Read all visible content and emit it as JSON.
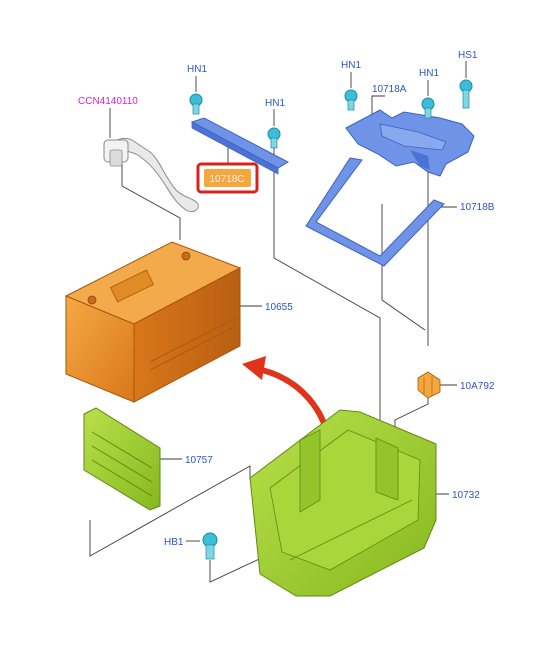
{
  "colors": {
    "label_blue": "#2d55c9",
    "label_magenta": "#d61fd6",
    "battery_orange": "#e58a1e",
    "tray_green": "#9ccf2a",
    "bracket_blue": "#5f86e0",
    "fastener_cyan": "#3bbfd8",
    "arrow_red": "#e0331a",
    "highlight_border": "#d8231b",
    "highlight_fill": "#f4a73c"
  },
  "labels": {
    "ccn": "CCN4140110",
    "hn1_a": "HN1",
    "hn1_b": "HN1",
    "hn1_c": "HN1",
    "hn1_d": "HN1",
    "hs1": "HS1",
    "p10718a": "10718A",
    "p10718c": "10718C",
    "p10718b": "10718B",
    "p10655": "10655",
    "p10a792": "10A792",
    "p10757": "10757",
    "p10732": "10732",
    "hb1": "HB1"
  },
  "highlighted_part": "10718C"
}
